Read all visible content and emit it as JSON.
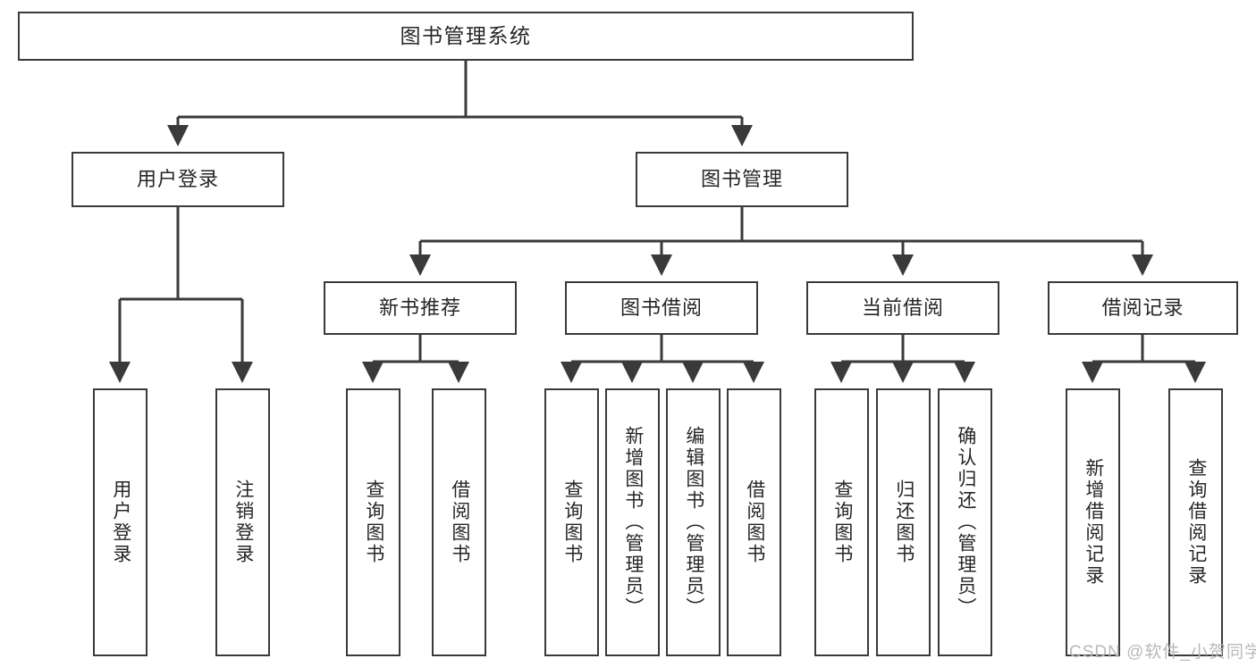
{
  "diagram": {
    "title": "图书管理系统",
    "type": "tree-hierarchy-chart",
    "watermark": "CSDN @软件_小贺同学",
    "colors": {
      "box_border": "#3a3a3a",
      "box_fill": "#ffffff",
      "edge": "#3a3a3a",
      "text": "#262626",
      "watermark": "#b9b9b9",
      "background": "#ffffff"
    },
    "nodes": {
      "root": {
        "label": "图书管理系统"
      },
      "level2": [
        {
          "id": "user-login",
          "label": "用户登录"
        },
        {
          "id": "book-manage",
          "label": "图书管理"
        }
      ],
      "level3": [
        {
          "id": "new-book-rec",
          "label": "新书推荐"
        },
        {
          "id": "book-borrow",
          "label": "图书借阅"
        },
        {
          "id": "current-borrow",
          "label": "当前借阅"
        },
        {
          "id": "borrow-record",
          "label": "借阅记录"
        }
      ],
      "leaves": {
        "user_login": [
          {
            "id": "leaf-user-login",
            "label": "用户登录"
          },
          {
            "id": "leaf-logout",
            "label": "注销登录"
          }
        ],
        "new_book_rec": [
          {
            "id": "leaf-query-book-1",
            "label": "查询图书"
          },
          {
            "id": "leaf-borrow-book-1",
            "label": "借阅图书"
          }
        ],
        "book_borrow": [
          {
            "id": "leaf-query-book-2",
            "label": "查询图书"
          },
          {
            "id": "leaf-add-book",
            "label": "新增图书（管理员）"
          },
          {
            "id": "leaf-edit-book",
            "label": "编辑图书（管理员）"
          },
          {
            "id": "leaf-borrow-book-2",
            "label": "借阅图书"
          }
        ],
        "current_borrow": [
          {
            "id": "leaf-query-book-3",
            "label": "查询图书"
          },
          {
            "id": "leaf-return-book",
            "label": "归还图书"
          },
          {
            "id": "leaf-confirm-return",
            "label": "确认归还（管理员）"
          }
        ],
        "borrow_record": [
          {
            "id": "leaf-add-record",
            "label": "新增借阅记录"
          },
          {
            "id": "leaf-query-record",
            "label": "查询借阅记录"
          }
        ]
      }
    }
  }
}
